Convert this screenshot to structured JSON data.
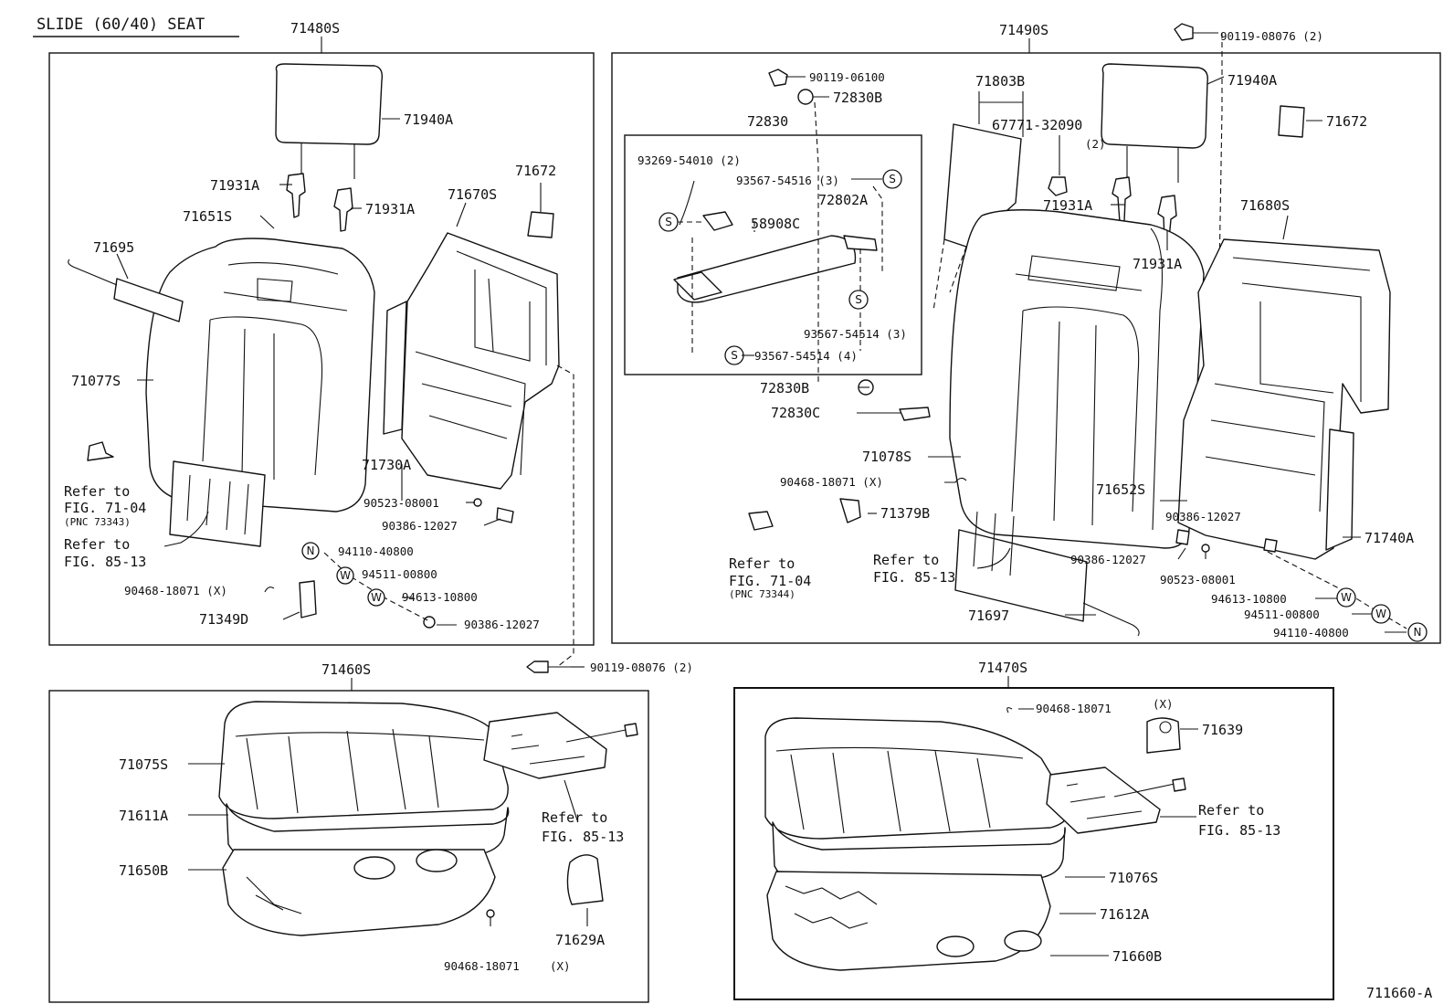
{
  "header": {
    "title": "SLIDE (60/40) SEAT"
  },
  "footer": {
    "figure_code": "711660-A"
  },
  "assemblies": {
    "a71480S": "71480S",
    "a71490S": "71490S",
    "a71460S": "71460S",
    "a71470S": "71470S"
  },
  "labels": {
    "p71940A_l": "71940A",
    "p71931A_l1": "71931A",
    "p71931A_l2": "71931A",
    "p71651S": "71651S",
    "p71670S": "71670S",
    "p71672_l": "71672",
    "p71695": "71695",
    "p71077S": "71077S",
    "p71730A": "71730A",
    "p90523_l": "90523-08001",
    "p90386_l1": "90386-12027",
    "p94110_l": "94110-40800",
    "p94511_l": "94511-00800",
    "p94613_l": "94613-10800",
    "p90468_l": "90468-18071 (X)",
    "p71349D": "71349D",
    "p90386_l2": "90386-12027",
    "p90119_mid": "90119-08076 (2)",
    "p90119_top": "90119-08076 (2)",
    "p90119_06100": "90119-06100",
    "p72830B_1": "72830B",
    "p71803B": "71803B",
    "p71940A_r": "71940A",
    "p71672_r": "71672",
    "p72830": "72830",
    "p67771": "67771-32090",
    "p67771_qty": "(2)",
    "p93269": "93269-54010 (2)",
    "p93567_3a": "93567-54516 (3)",
    "p72802A": "72802A",
    "p58908C": "58908C",
    "p93567_3b": "93567-54514 (3)",
    "p93567_4": "93567-54514 (4)",
    "p71931A_r1": "71931A",
    "p71931A_r2": "71931A",
    "p71680S": "71680S",
    "p72830B_2": "72830B",
    "p72830C": "72830C",
    "p71078S": "71078S",
    "p90468_r": "90468-18071 (X)",
    "p71379B": "71379B",
    "p71652S": "71652S",
    "p90386_r1": "90386-12027",
    "p90386_r2": "90386-12027",
    "p90523_r": "90523-08001",
    "p71740A": "71740A",
    "p94613_r": "94613-10800",
    "p94511_r": "94511-00800",
    "p94110_r": "94110-40800",
    "p71697": "71697",
    "p71075S": "71075S",
    "p71611A": "71611A",
    "p71650B": "71650B",
    "p71629A": "71629A",
    "p90468_bl": "90468-18071",
    "p90468_bl_x": "(X)",
    "p90468_br": "90468-18071",
    "p90468_br_x": "(X)",
    "p71639": "71639",
    "p71076S": "71076S",
    "p71612A": "71612A",
    "p71660B": "71660B"
  },
  "refs": {
    "refer": "Refer to",
    "fig_71_04": "FIG. 71-04",
    "fig_85_13": "FIG. 85-13",
    "fig_85_13_b": "FIG. 85-13",
    "pnc_73343": "(PNC 73343)",
    "pnc_73344": "(PNC 73344)"
  },
  "symbols": {
    "s": "S",
    "w": "W",
    "n": "N"
  }
}
